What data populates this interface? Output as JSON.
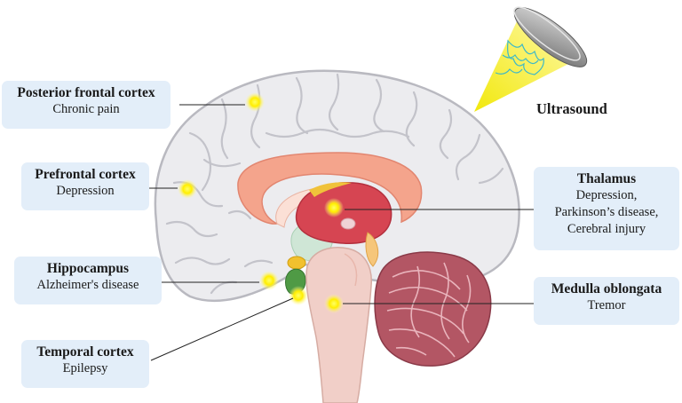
{
  "ultrasound_label": "Ultrasound",
  "regions": {
    "posterior_frontal": {
      "title": "Posterior frontal cortex",
      "desc": "Chronic pain"
    },
    "prefrontal": {
      "title": "Prefrontal cortex",
      "desc": "Depression"
    },
    "hippocampus": {
      "title": "Hippocampus",
      "desc": "Alzheimer's disease"
    },
    "temporal": {
      "title": "Temporal cortex",
      "desc": "Epilepsy"
    },
    "thalamus": {
      "title": "Thalamus",
      "desc_lines": [
        "Depression,",
        "Parkinson’s disease,",
        "Cerebral injury"
      ]
    },
    "medulla": {
      "title": "Medulla oblongata",
      "desc": "Tremor"
    }
  },
  "colors": {
    "label_box": "#e3eef9",
    "target_dot": "#ffee00",
    "cortex": "#ececef",
    "corpus_callosum": "#f4a48c",
    "thalamus": "#d64552",
    "brainstem": "#f1cfc8",
    "cerebellum": "#b35664",
    "ultrasound_beam": "#f7ef3a"
  }
}
